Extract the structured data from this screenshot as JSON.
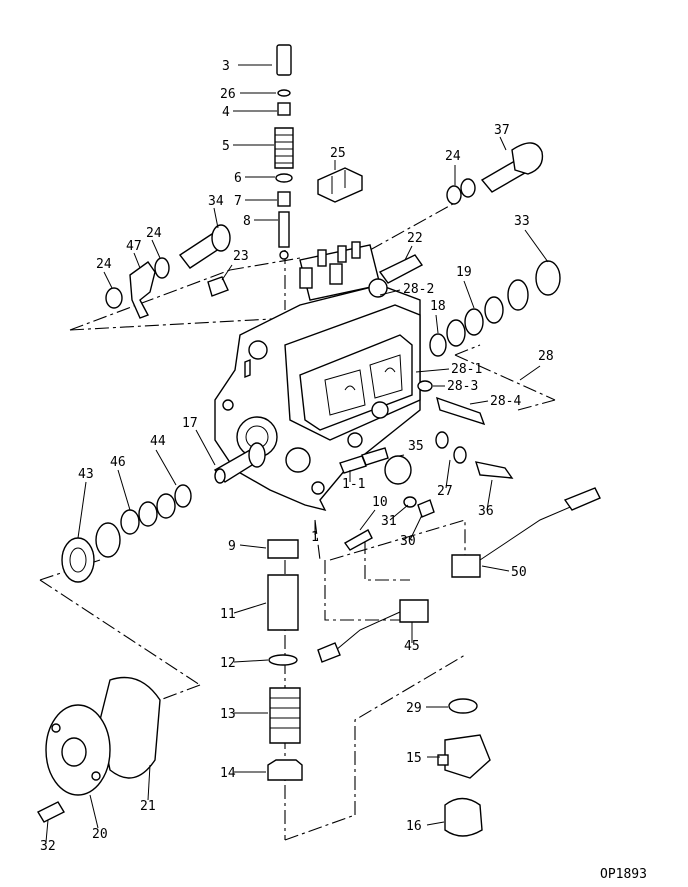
{
  "figure_code": "OP1893",
  "parts": [
    {
      "id": "3",
      "label": "3"
    },
    {
      "id": "26",
      "label": "26"
    },
    {
      "id": "4",
      "label": "4"
    },
    {
      "id": "5",
      "label": "5"
    },
    {
      "id": "6",
      "label": "6"
    },
    {
      "id": "7",
      "label": "7"
    },
    {
      "id": "8",
      "label": "8"
    },
    {
      "id": "25",
      "label": "25"
    },
    {
      "id": "24a",
      "label": "24"
    },
    {
      "id": "37",
      "label": "37"
    },
    {
      "id": "34",
      "label": "34"
    },
    {
      "id": "24b",
      "label": "24"
    },
    {
      "id": "47",
      "label": "47"
    },
    {
      "id": "24c",
      "label": "24"
    },
    {
      "id": "23",
      "label": "23"
    },
    {
      "id": "22",
      "label": "22"
    },
    {
      "id": "33",
      "label": "33"
    },
    {
      "id": "19",
      "label": "19"
    },
    {
      "id": "28-2",
      "label": "28-2"
    },
    {
      "id": "18",
      "label": "18"
    },
    {
      "id": "28",
      "label": "28"
    },
    {
      "id": "28-1",
      "label": "28-1"
    },
    {
      "id": "28-3",
      "label": "28-3"
    },
    {
      "id": "28-4",
      "label": "28-4"
    },
    {
      "id": "17",
      "label": "17"
    },
    {
      "id": "44",
      "label": "44"
    },
    {
      "id": "35",
      "label": "35"
    },
    {
      "id": "46",
      "label": "46"
    },
    {
      "id": "43",
      "label": "43"
    },
    {
      "id": "1-1",
      "label": "1-1"
    },
    {
      "id": "10",
      "label": "10"
    },
    {
      "id": "27",
      "label": "27"
    },
    {
      "id": "36",
      "label": "36"
    },
    {
      "id": "31",
      "label": "31"
    },
    {
      "id": "30",
      "label": "30"
    },
    {
      "id": "1",
      "label": "1"
    },
    {
      "id": "9",
      "label": "9"
    },
    {
      "id": "50",
      "label": "50"
    },
    {
      "id": "11",
      "label": "11"
    },
    {
      "id": "45",
      "label": "45"
    },
    {
      "id": "12",
      "label": "12"
    },
    {
      "id": "13",
      "label": "13"
    },
    {
      "id": "29",
      "label": "29"
    },
    {
      "id": "14",
      "label": "14"
    },
    {
      "id": "15",
      "label": "15"
    },
    {
      "id": "21",
      "label": "21"
    },
    {
      "id": "16",
      "label": "16"
    },
    {
      "id": "20",
      "label": "20"
    },
    {
      "id": "32",
      "label": "32"
    }
  ]
}
